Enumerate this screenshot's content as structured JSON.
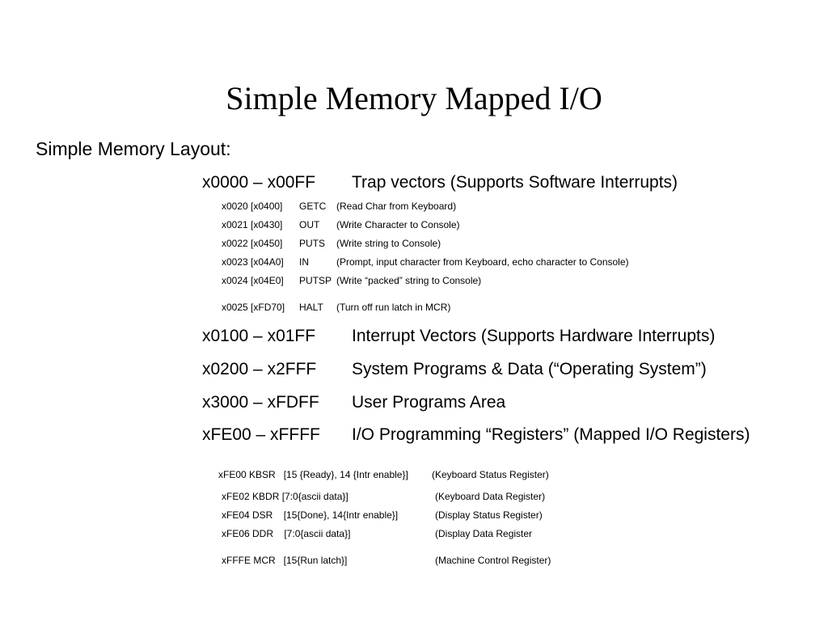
{
  "title": "Simple Memory Mapped I/O",
  "subheading": "Simple Memory Layout:",
  "trap_range": {
    "range": "x0000 – x00FF",
    "description": "Trap vectors (Supports Software Interrupts)"
  },
  "trap_entries": [
    {
      "addr": "x0020 [x0400]",
      "name": "GETC",
      "desc": "(Read Char from Keyboard)"
    },
    {
      "addr": "x0021 [x0430]",
      "name": "OUT",
      "desc": "(Write Character to Console)"
    },
    {
      "addr": "x0022 [x0450]",
      "name": "PUTS",
      "desc": "(Write string to Console)"
    },
    {
      "addr": "x0023 [x04A0]",
      "name": "IN",
      "desc": "(Prompt, input character from Keyboard, echo character to Console)"
    },
    {
      "addr": "x0024 [x04E0]",
      "name": "PUTSP",
      "desc": "(Write “packed” string to Console)"
    },
    {
      "addr": "x0025 [xFD70]",
      "name": "HALT",
      "desc": "(Turn off run latch in MCR)"
    }
  ],
  "ranges": [
    {
      "range": "x0100 – x01FF",
      "description": "Interrupt Vectors (Supports Hardware Interrupts)"
    },
    {
      "range": "x0200 – x2FFF",
      "description": "System Programs & Data (“Operating System”)"
    },
    {
      "range": "x3000 – xFDFF",
      "description": "User Programs Area"
    },
    {
      "range": "xFE00 – xFFFF",
      "description": "I/O Programming “Registers” (Mapped I/O Registers)"
    }
  ],
  "registers": [
    {
      "reg": "xFE00 KBSR   [15 {Ready}, 14 {Intr enable}]",
      "desc": "(Keyboard Status Register)"
    },
    {
      "reg": "xFE02 KBDR [7:0{ascii data}]",
      "desc": "(Keyboard Data Register)"
    },
    {
      "reg": "xFE04 DSR    [15{Done}, 14{Intr enable}]",
      "desc": "(Display Status Register)"
    },
    {
      "reg": "xFE06 DDR    [7:0{ascii data}]",
      "desc": "(Display Data Register"
    },
    {
      "reg": "xFFFE MCR   [15{Run latch}]",
      "desc": "(Machine Control Register)"
    }
  ]
}
